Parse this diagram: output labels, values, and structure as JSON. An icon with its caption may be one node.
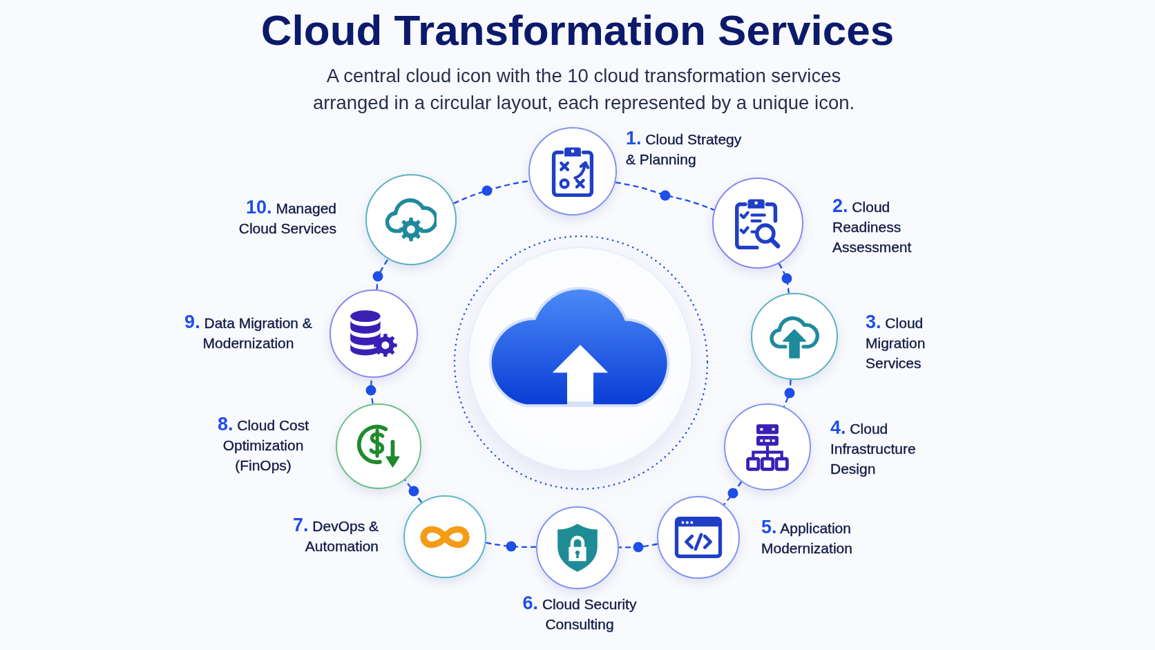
{
  "diagram": {
    "title": "Cloud Transformation Services",
    "caption": "A central cloud icon with the 10 cloud transformation services arranged in a circular layout, each represented by a unique icon.",
    "nodes": [
      {
        "text": [],
        "shape": "circle",
        "beside": [
          "**1.** Cloud Strategy & Planning"
        ]
      },
      {
        "text": [],
        "shape": "circle",
        "beside": [
          "**2.** Cloud Readiness Assessment"
        ]
      },
      {
        "text": [],
        "shape": "circle",
        "beside": [
          "**3.** Cloud Migration Services"
        ]
      },
      {
        "text": [],
        "shape": "circle",
        "beside": [
          "**4.** Cloud Infrastructure Design"
        ]
      },
      {
        "text": [],
        "shape": "circle",
        "beside": [
          "**5.** Application Modernization"
        ]
      },
      {
        "text": [],
        "shape": "circle",
        "beside": [
          "**6.** Cloud Security Consulting"
        ]
      },
      {
        "text": [],
        "shape": "circle",
        "beside": [
          "**7.** DevOps & Automation"
        ]
      },
      {
        "text": [],
        "shape": "circle",
        "beside": [
          "**8.** Cloud Cost Optimization (FinOps)"
        ]
      },
      {
        "text": [],
        "shape": "circle",
        "beside": [
          "**9.** Data Migration & Modernization"
        ]
      },
      {
        "text": [],
        "shape": "circle",
        "beside": [
          "**10.** Managed Cloud Services"
        ]
      },
      {
        "text": [],
        "shape": "circle"
      }
    ],
    "edges": [
      {
        "from": 0,
        "to": 1,
        "arrow": "none",
        "style": "dashed"
      },
      {
        "from": 1,
        "to": 2,
        "arrow": "none",
        "style": "dashed"
      },
      {
        "from": 2,
        "to": 3,
        "arrow": "none",
        "style": "dashed"
      },
      {
        "from": 3,
        "to": 4,
        "arrow": "none",
        "style": "dashed"
      },
      {
        "from": 4,
        "to": 5,
        "arrow": "none",
        "style": "dashed"
      },
      {
        "from": 5,
        "to": 6,
        "arrow": "none",
        "style": "dashed"
      },
      {
        "from": 6,
        "to": 7,
        "arrow": "none",
        "style": "dashed"
      },
      {
        "from": 7,
        "to": 8,
        "arrow": "none",
        "style": "dashed"
      },
      {
        "from": 8,
        "to": 9,
        "arrow": "none",
        "style": "dashed"
      },
      {
        "from": 9,
        "to": 0,
        "arrow": "none",
        "style": "dashed"
      }
    ]
  }
}
